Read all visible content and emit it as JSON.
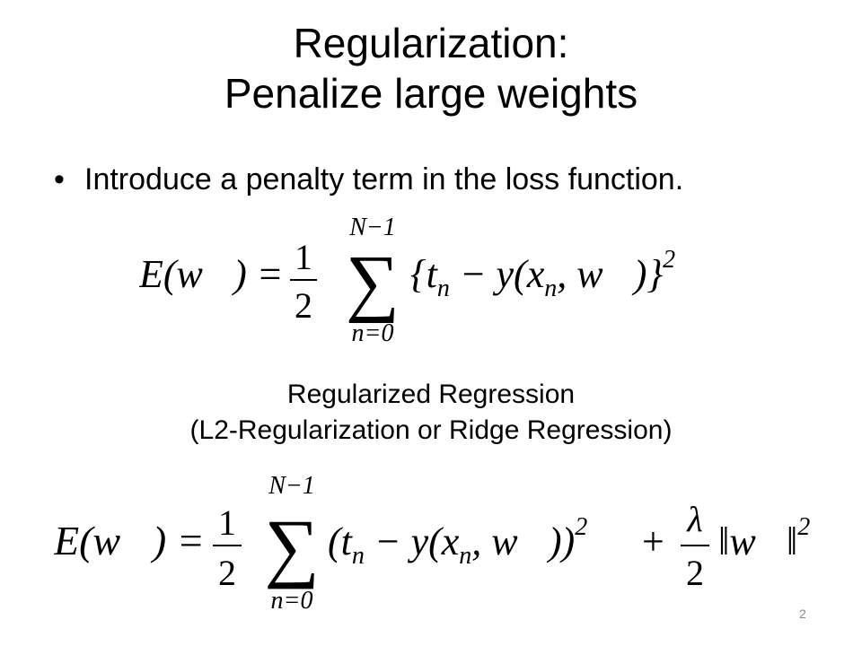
{
  "slide": {
    "title_line1": "Regularization:",
    "title_line2": "Penalize large weights",
    "bullet_marker": "•",
    "bullet_text": "Introduce a penalty term in the loss function.",
    "subheading_line1": "Regularized Regression",
    "subheading_line2": "(L2-Regularization or Ridge Regression)",
    "page_number": "2"
  },
  "eq1": {
    "lhs": "E(w⃗) =",
    "frac_num": "1",
    "frac_den": "2",
    "sum_upper": "N−1",
    "sum_lower": "n=0",
    "sum_sym": "∑",
    "body": "{t",
    "body_sub": "n",
    "body_mid": " − y(x",
    "body_sub2": "n",
    "body_end": ", w⃗)}",
    "power": "2"
  },
  "eq2": {
    "lhs": "E(w⃗) =",
    "frac_num": "1",
    "frac_den": "2",
    "sum_upper": "N−1",
    "sum_lower": "n=0",
    "sum_sym": "∑",
    "body": "(t",
    "body_sub": "n",
    "body_mid": " − y(x",
    "body_sub2": "n",
    "body_end": ", w⃗))",
    "power": "2",
    "plus": "+",
    "lambda_num": "λ",
    "lambda_den": "2",
    "norm": "‖w⃗‖",
    "norm_power": "2"
  }
}
